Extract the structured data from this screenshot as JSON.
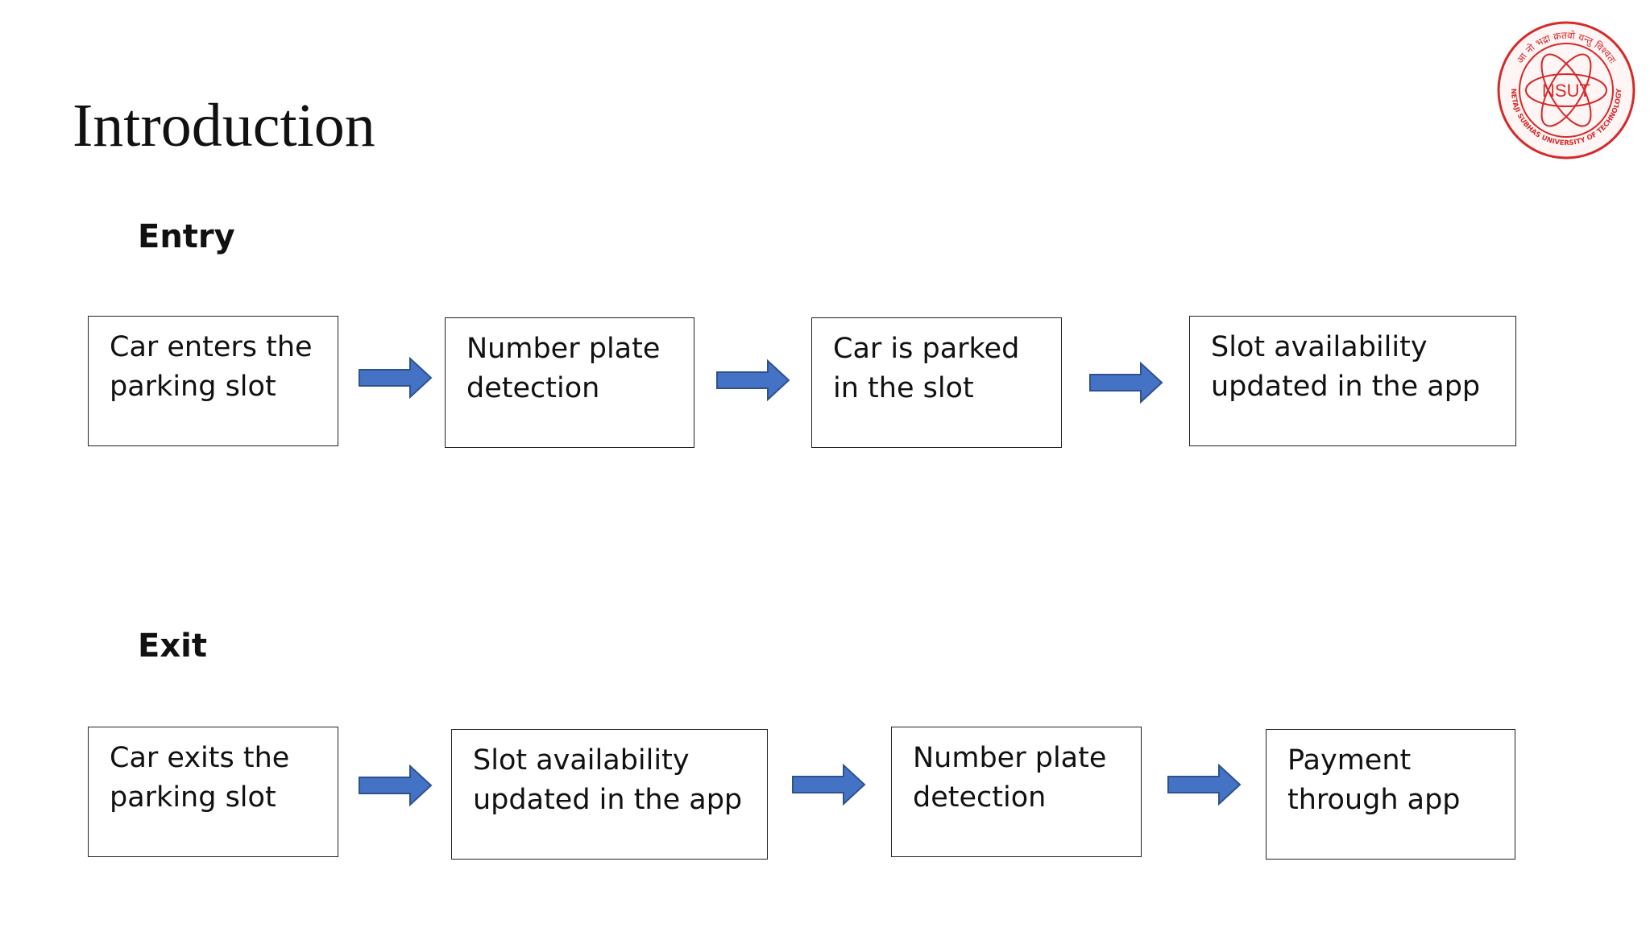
{
  "slide": {
    "title": "Introduction"
  },
  "entry": {
    "heading": "Entry",
    "steps": [
      "Car enters the\nparking slot",
      "Number plate\ndetection",
      "Car is parked\nin the slot",
      "Slot availability\nupdated in the app"
    ]
  },
  "exit": {
    "heading": "Exit",
    "steps": [
      "Car exits the\nparking slot",
      "Slot availability\nupdated in the app",
      "Number plate\ndetection",
      "Payment\nthrough app"
    ]
  },
  "logo": {
    "abbr": "NSUT",
    "ring_text": "NETAJI SUBHAS UNIVERSITY OF TECHNOLOGY",
    "motto": "आ नो भद्रा क्रतवो यन्तु विश्वतः"
  },
  "colors": {
    "arrow_fill": "#4472C4",
    "arrow_stroke": "#2F528F",
    "logo_red": "#D42A2A",
    "box_border": "#222222"
  }
}
